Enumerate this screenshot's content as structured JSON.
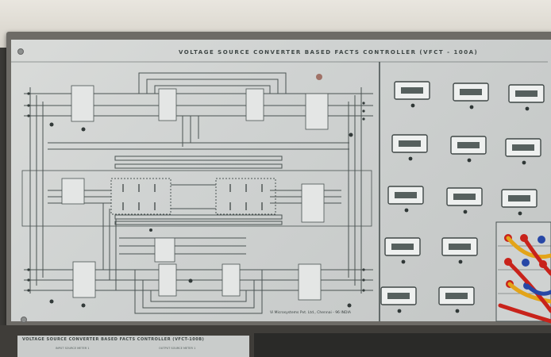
{
  "panel": {
    "title": "VOLTAGE SOURCE CONVERTER BASED FACTS CONTROLLER (VFCT - 100A)",
    "footer": "Vi Microsystems Pvt. Ltd., Chennai - 96 INDIA"
  },
  "lower_panel": {
    "title": "VOLTAGE SOURCE CONVERTER BASED FACTS CONTROLLER (VFCT-100B)",
    "sub_left": "INPUT SOURCE METER 1",
    "sub_right": "OUTPUT SOURCE METER 1"
  },
  "colors": {
    "panel": "#d2d5d4",
    "line": "#4a5352",
    "meter": "#eef0ef",
    "red_plug": "#c8231b",
    "blue_plug": "#2747a6",
    "yellow_plug": "#e3a419"
  }
}
